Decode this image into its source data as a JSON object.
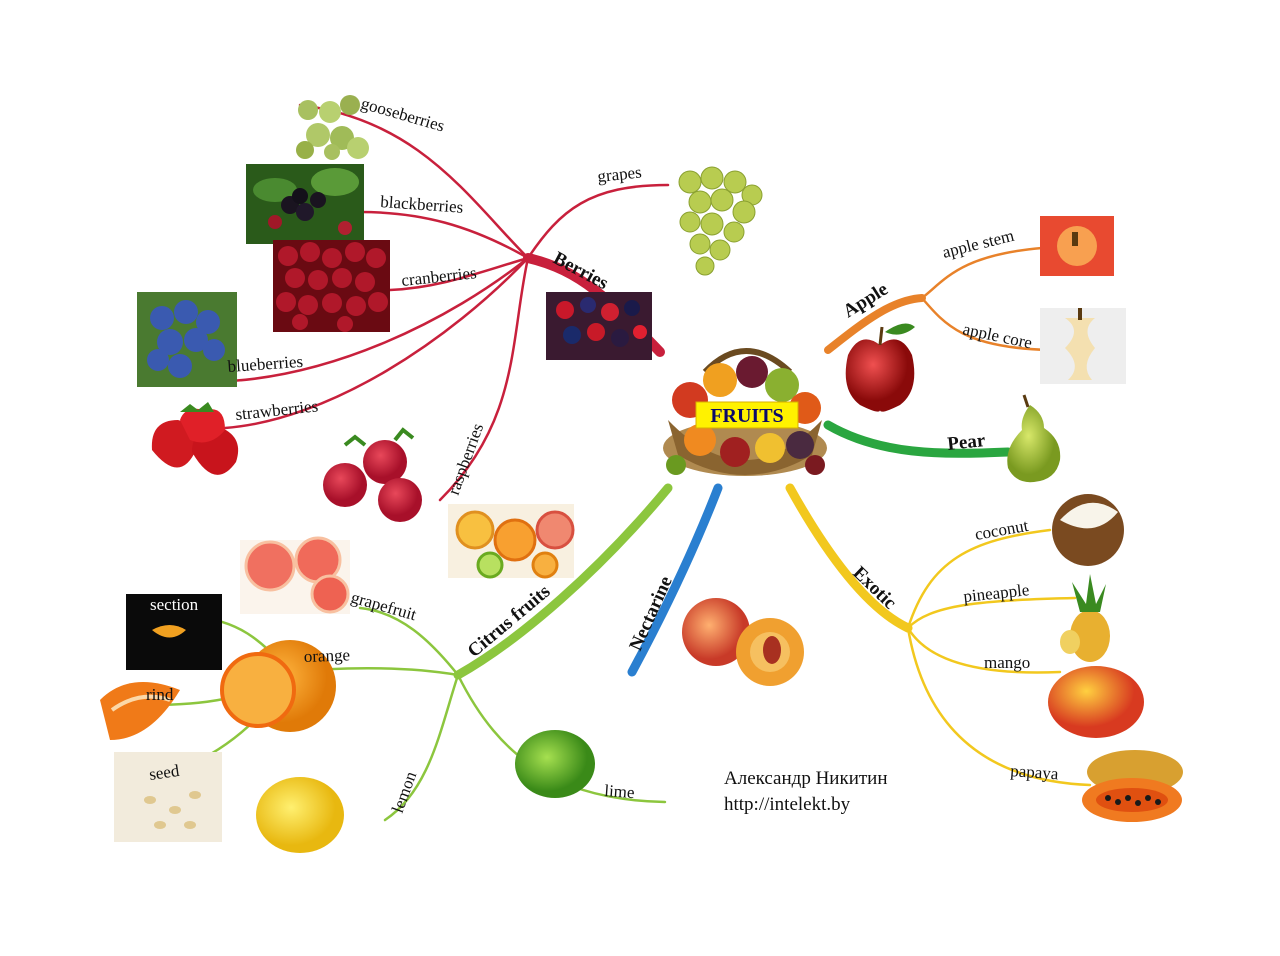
{
  "center": "FRUITS",
  "branches": {
    "berries": "Berries",
    "apple": "Apple",
    "pear": "Pear",
    "exotic": "Exotic",
    "nectarine": "Nectarine",
    "citrus": "Citrus fruits"
  },
  "berries": {
    "gooseberries": "gooseberries",
    "blackberries": "blackberries",
    "cranberries": "cranberries",
    "blueberries": "blueberries",
    "strawberries": "strawberries",
    "raspberries": "raspberries",
    "grapes": "grapes"
  },
  "apple": {
    "stem": "apple stem",
    "core": "apple core"
  },
  "exotic": {
    "coconut": "coconut",
    "pineapple": "pineapple",
    "mango": "mango",
    "papaya": "papaya"
  },
  "citrus": {
    "grapefruit": "grapefruit",
    "orange": "orange",
    "lemon": "lemon",
    "lime": "lime",
    "section": "section",
    "rind": "rind",
    "seed": "seed"
  },
  "credit": {
    "author": "Александр Никитин",
    "site": "http://intelekt.by"
  },
  "colors": {
    "berries": "#c8203c",
    "apple": "#e8822a",
    "pear": "#2aa640",
    "exotic": "#f2c81e",
    "nectarine": "#2a7fd0",
    "citrus": "#8cc63e"
  }
}
